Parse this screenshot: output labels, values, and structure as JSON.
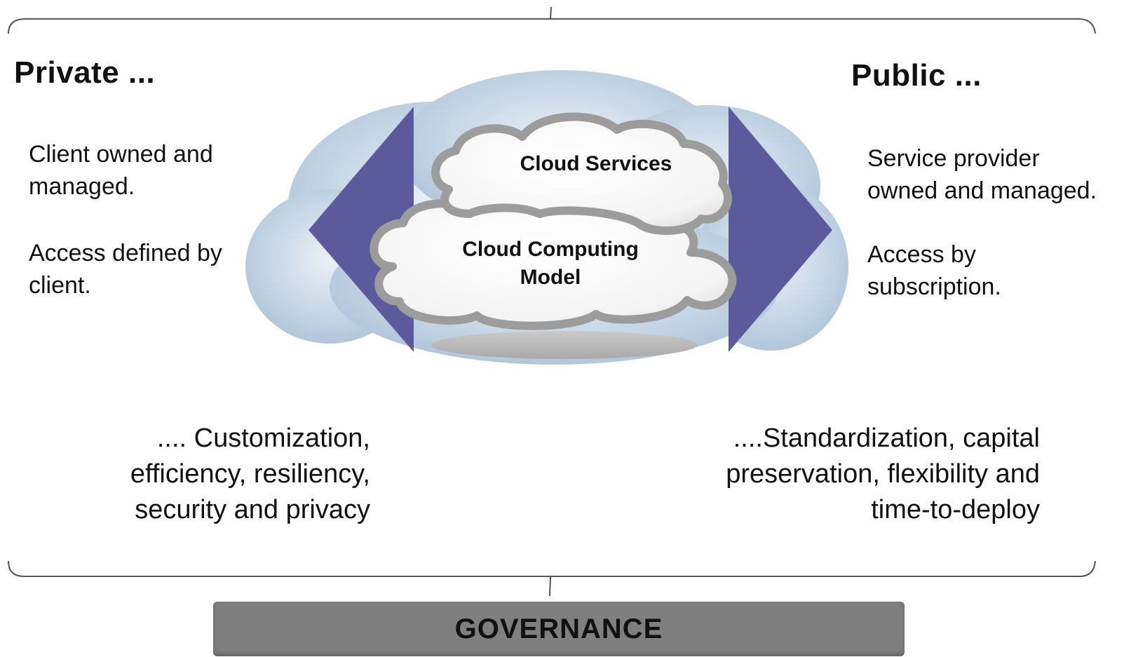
{
  "private": {
    "heading": "Private ...",
    "ownership": [
      "Client owned and",
      "managed."
    ],
    "access": [
      "Access defined by",
      "client."
    ],
    "benefits": [
      ".... Customization,",
      "efficiency, resiliency,",
      "security and privacy"
    ]
  },
  "public": {
    "heading": "Public ...",
    "ownership": [
      "Service provider",
      "owned and managed."
    ],
    "access": [
      "Access by",
      "subscription."
    ],
    "benefits": [
      "....Standardization, capital",
      "preservation, flexibility and",
      "time-to-deploy"
    ]
  },
  "cloud": {
    "services_label": "Cloud Services",
    "model_label": [
      "Cloud Computing",
      "Model"
    ]
  },
  "governance": {
    "label": "GOVERNANCE"
  },
  "colors": {
    "arrow": "#5b5a9c",
    "frame": "#555555",
    "governance_bar": "#7f7f7f",
    "cloud_outline": "#9c9c9c",
    "sky_backdrop": "#b8cde0"
  }
}
